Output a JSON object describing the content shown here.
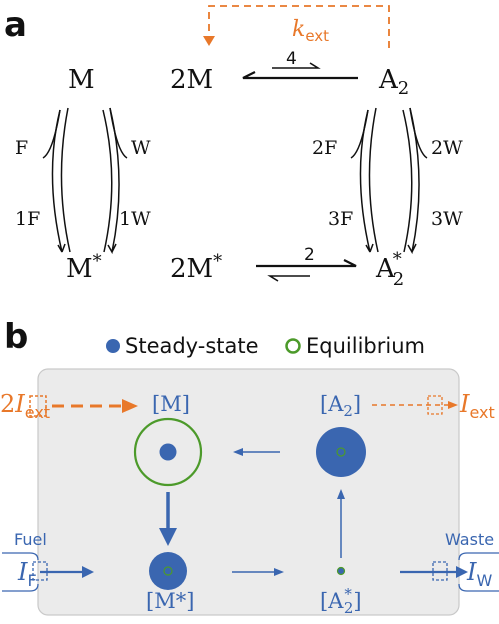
{
  "panel_a": {
    "label": "a",
    "species": {
      "M": "M",
      "two_M": "2M",
      "A2": "A",
      "A2_sub": "2",
      "M_star": "M",
      "M_star_sup": "*",
      "two_M_star": "2M",
      "two_M_star_sup": "*",
      "A2_star": "A",
      "A2_star_sub": "2",
      "A2_star_sup": "*"
    },
    "k_ext": {
      "k": "k",
      "sub": "ext"
    },
    "rates": {
      "dimer_top": "4",
      "dimer_bottom": "2",
      "F": "F",
      "W": "W",
      "one_F": "1F",
      "one_W": "1W",
      "two_F": "2F",
      "two_W": "2W",
      "three_F": "3F",
      "three_W": "3W"
    }
  },
  "panel_b": {
    "label": "b",
    "legend": {
      "steady_state": "Steady-state",
      "equilibrium": "Equilibrium"
    },
    "nodes": {
      "M": "[M]",
      "A2": "[A",
      "A2_sub": "2",
      "A2_close": "]",
      "M_star": "[M*]",
      "A2_star": "[A",
      "A2_star_sub": "2",
      "A2_star_sup": "*",
      "A2_star_close": "]"
    },
    "flux_in_ext": {
      "prefix": "2",
      "I": "I",
      "sub": "ext"
    },
    "flux_out_ext": {
      "I": "I",
      "sub": "ext"
    },
    "fuel": {
      "label": "Fuel",
      "I": "I",
      "sub": "F"
    },
    "waste": {
      "label": "Waste",
      "I": "I",
      "sub": "W"
    }
  },
  "colors": {
    "orange": "#E8782A",
    "blue": "#3A66B0",
    "green": "#4C9A2A",
    "panel_bg": "#EBEBEB",
    "black": "#111111"
  }
}
